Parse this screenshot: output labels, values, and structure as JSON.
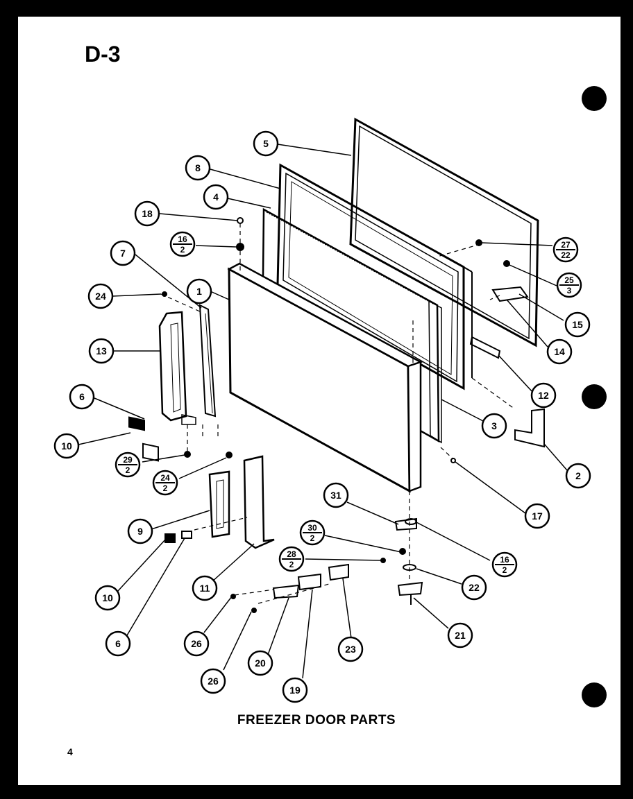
{
  "header": {
    "code": "D-3"
  },
  "footer": {
    "caption": "FREEZER DOOR PARTS",
    "page_number": "4"
  },
  "callouts": [
    {
      "id": "c5",
      "top": "5"
    },
    {
      "id": "c8",
      "top": "8"
    },
    {
      "id": "c4",
      "top": "4"
    },
    {
      "id": "c18",
      "top": "18"
    },
    {
      "id": "c16a",
      "top": "16",
      "bottom": "2"
    },
    {
      "id": "c7",
      "top": "7"
    },
    {
      "id": "c1",
      "top": "1"
    },
    {
      "id": "c24a",
      "top": "24"
    },
    {
      "id": "c13",
      "top": "13"
    },
    {
      "id": "c6a",
      "top": "6"
    },
    {
      "id": "c10a",
      "top": "10"
    },
    {
      "id": "c29",
      "top": "29",
      "bottom": "2"
    },
    {
      "id": "c24b",
      "top": "24",
      "bottom": "2"
    },
    {
      "id": "c9",
      "top": "9"
    },
    {
      "id": "c10b",
      "top": "10"
    },
    {
      "id": "c6b",
      "top": "6"
    },
    {
      "id": "c11",
      "top": "11"
    },
    {
      "id": "c26a",
      "top": "26"
    },
    {
      "id": "c26b",
      "top": "26"
    },
    {
      "id": "c20",
      "top": "20"
    },
    {
      "id": "c19",
      "top": "19"
    },
    {
      "id": "c23",
      "top": "23"
    },
    {
      "id": "c27",
      "top": "27",
      "bottom": "22"
    },
    {
      "id": "c25",
      "top": "25",
      "bottom": "3"
    },
    {
      "id": "c15",
      "top": "15"
    },
    {
      "id": "c14",
      "top": "14"
    },
    {
      "id": "c12",
      "top": "12"
    },
    {
      "id": "c3",
      "top": "3"
    },
    {
      "id": "c2",
      "top": "2"
    },
    {
      "id": "c17",
      "top": "17"
    },
    {
      "id": "c31",
      "top": "31"
    },
    {
      "id": "c30",
      "top": "30",
      "bottom": "2"
    },
    {
      "id": "c28",
      "top": "28",
      "bottom": "2"
    },
    {
      "id": "c16b",
      "top": "16",
      "bottom": "2"
    },
    {
      "id": "c22",
      "top": "22"
    },
    {
      "id": "c21",
      "top": "21"
    }
  ]
}
